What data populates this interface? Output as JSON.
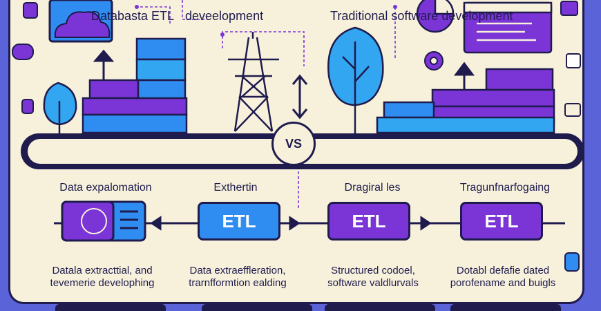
{
  "header": {
    "left_label": "Databasta ETL",
    "left_label_2": "deveelopment",
    "vs": "VS",
    "right_label": "Traditional software development"
  },
  "stages": [
    {
      "label": "Data expalomation",
      "box": "",
      "desc_1": "Datala extracttial, and",
      "desc_2": "tevemerie develophing"
    },
    {
      "label": "Exthertin",
      "box": "ETL",
      "desc_1": "Data extraeffleration,",
      "desc_2": "trarnfformtion ealding"
    },
    {
      "label": "Dragiral les",
      "box": "ETL",
      "desc_1": "Structured codoel,",
      "desc_2": "software valdlurvals"
    },
    {
      "label": "Tragunfnarfogaing",
      "box": "ETL",
      "desc_1": "Dotabl defafie dated",
      "desc_2": "porofename  and buigls"
    }
  ],
  "colors": {
    "background": "#5b63d8",
    "panel": "#f7f1dc",
    "outline": "#1f1b4d",
    "purple": "#7b35d6",
    "blue": "#2f8cf0",
    "cyan": "#33a6f2"
  },
  "icons": [
    "cloud-icon",
    "server-stack-icon",
    "power-tower-icon",
    "tree-icon",
    "gear-icon",
    "pie-chart-icon",
    "browser-window-icon",
    "arrow-up-icon",
    "double-arrow-icon",
    "database-icon",
    "chat-icon"
  ]
}
